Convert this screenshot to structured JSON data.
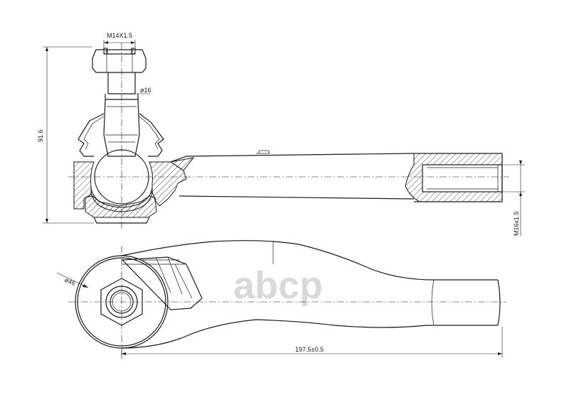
{
  "dimensions": {
    "thread_top": "M14X1.5",
    "stud_diameter": "ø16",
    "overall_height": "91.6",
    "thread_end": "M16x1.5",
    "head_diameter": "ø46",
    "overall_length": "197.5±0.5"
  },
  "watermark": {
    "brand": "abcp"
  },
  "colors": {
    "line": "#1a1a1a",
    "watermark": "#d9d9d9",
    "background": "#ffffff"
  }
}
